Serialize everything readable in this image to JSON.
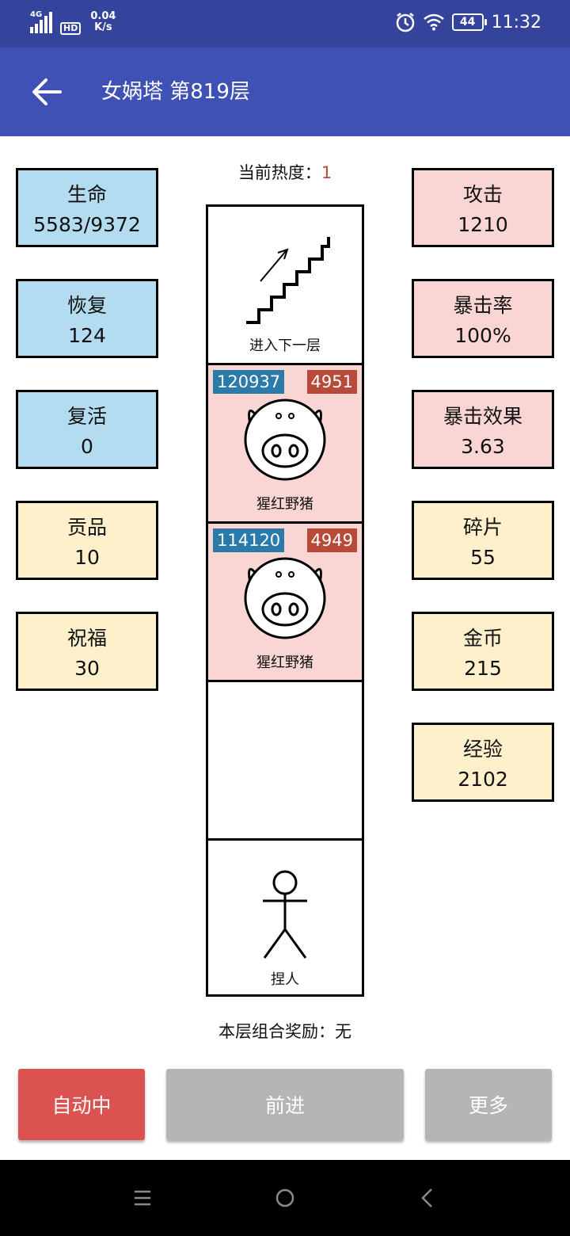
{
  "status_bar": {
    "network": "4G",
    "hd": "HD",
    "speed_value": "0.04",
    "speed_unit": "K/s",
    "battery": "44",
    "time": "11:32",
    "icons": [
      "signal-icon",
      "alarm-icon",
      "wifi-icon",
      "battery-icon"
    ]
  },
  "app_bar": {
    "title": "女娲塔 第819层",
    "back_icon": "arrow-left-icon"
  },
  "heat": {
    "label": "当前热度：",
    "value": "1"
  },
  "left_stats": [
    {
      "name": "生命",
      "value": "5583/9372",
      "color": "#b3dcf0"
    },
    {
      "name": "恢复",
      "value": "124",
      "color": "#b3dcf0"
    },
    {
      "name": "复活",
      "value": "0",
      "color": "#b3dcf0"
    },
    {
      "name": "贡品",
      "value": "10",
      "color": "#fdf0cb"
    },
    {
      "name": "祝福",
      "value": "30",
      "color": "#fdf0cb"
    }
  ],
  "right_stats": [
    {
      "name": "攻击",
      "value": "1210",
      "color": "#f9d6d4"
    },
    {
      "name": "暴击率",
      "value": "100%",
      "color": "#f9d6d4"
    },
    {
      "name": "暴击效果",
      "value": "3.63",
      "color": "#f9d6d4"
    },
    {
      "name": "碎片",
      "value": "55",
      "color": "#fdf0cb"
    },
    {
      "name": "金币",
      "value": "215",
      "color": "#fdf0cb"
    },
    {
      "name": "经验",
      "value": "2102",
      "color": "#fdf0cb"
    }
  ],
  "tower": {
    "cells": [
      {
        "type": "stairs",
        "label": "进入下一层",
        "icon": "stairs-icon"
      },
      {
        "type": "monster",
        "label": "猩红野猪",
        "hp": "120937",
        "attack": "4951",
        "icon": "pig-icon"
      },
      {
        "type": "monster",
        "label": "猩红野猪",
        "hp": "114120",
        "attack": "4949",
        "icon": "pig-icon"
      },
      {
        "type": "empty",
        "label": ""
      },
      {
        "type": "player",
        "label": "捏人",
        "icon": "stick-figure-icon"
      }
    ]
  },
  "bonus": {
    "label": "本层组合奖励：",
    "value": "无"
  },
  "buttons": {
    "auto": "自动中",
    "forward": "前进",
    "more": "更多"
  },
  "colors": {
    "status_bar": "#34449c",
    "app_bar": "#3f51b5",
    "hp_badge": "#2a7ba9",
    "attack_badge": "#b84a3a",
    "auto_button": "#da5350",
    "disabled_button": "#b5b5b5"
  },
  "nav_bar": {
    "icons": [
      "menu-icon",
      "home-icon",
      "back-icon"
    ]
  }
}
